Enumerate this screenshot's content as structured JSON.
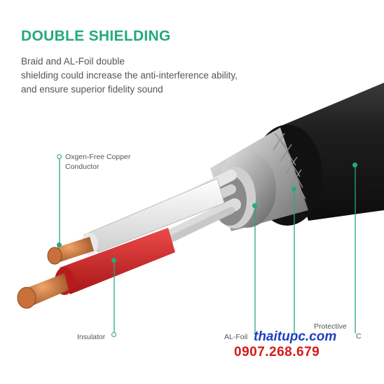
{
  "heading": "DOUBLE SHIELDING",
  "description": [
    "Braid and AL-Foil double",
    "shielding could increase the anti-interference ability,",
    "and ensure superior fidelity sound"
  ],
  "callouts": {
    "conductor_line1": "Oxgen-Free Copper",
    "conductor_line2": "Conductor",
    "insulator": "Insulator",
    "al_foil": "AL-Foil",
    "protective_line1": "Protective",
    "protective_line2": "C"
  },
  "watermark": {
    "site": "thaitupc.com",
    "phone": "0907.268.679"
  },
  "colors": {
    "accent": "#25a97d",
    "jacket": "#1c1c1c",
    "insulator_red": "#d62828",
    "copper": "#c8703a",
    "wire_grey": "#d9d9d9"
  }
}
